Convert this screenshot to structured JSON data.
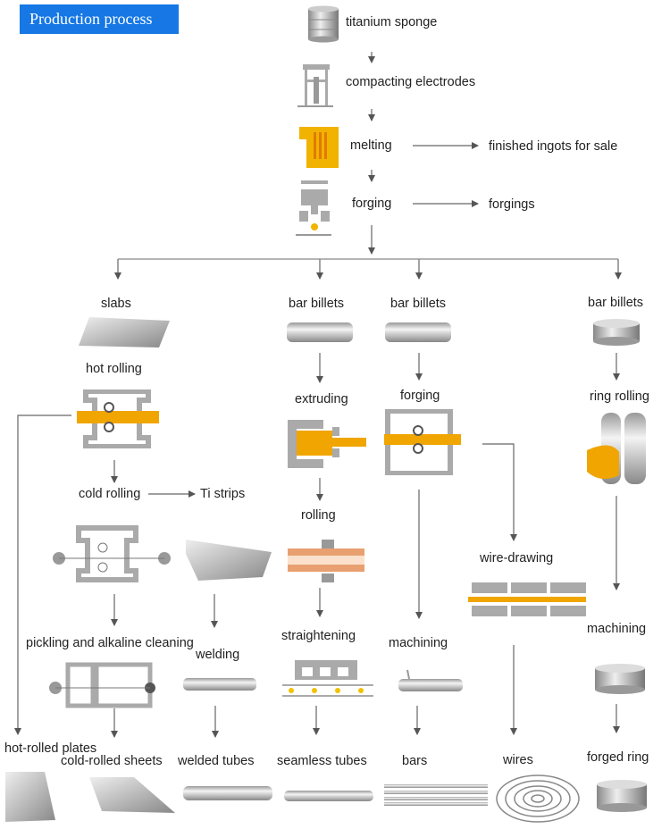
{
  "title": "Production process",
  "main_flow": {
    "titanium_sponge": "titanium sponge",
    "compacting_electrodes": "compacting electrodes",
    "melting": "melting",
    "finished_ingots": "finished ingots for sale",
    "forging": "forging",
    "forgings": "forgings"
  },
  "branches": {
    "slabs": {
      "start": "slabs",
      "hot_rolling": "hot rolling",
      "cold_rolling": "cold rolling",
      "ti_strips": "Ti strips",
      "pickling": "pickling and alkaline cleaning",
      "welding": "welding",
      "hot_rolled_plates": "hot-rolled plates",
      "cold_rolled_sheets": "cold-rolled sheets",
      "welded_tubes": "welded tubes"
    },
    "bar_billets_1": {
      "start": "bar billets",
      "extruding": "extruding",
      "rolling": "rolling",
      "straightening": "straightening",
      "seamless_tubes": "seamless tubes"
    },
    "bar_billets_2": {
      "start": "bar billets",
      "forging": "forging",
      "wire_drawing": "wire-drawing",
      "machining": "machining",
      "bars": "bars",
      "wires": "wires"
    },
    "bar_billets_3": {
      "start": "bar billets",
      "ring_rolling": "ring rolling",
      "machining": "machining",
      "forged_ring": "forged ring"
    }
  },
  "colors": {
    "title_bg": "#1677e5",
    "machine_gray": "#a9a9a9",
    "hot_metal": "#f0a500",
    "arrow": "#555555"
  }
}
